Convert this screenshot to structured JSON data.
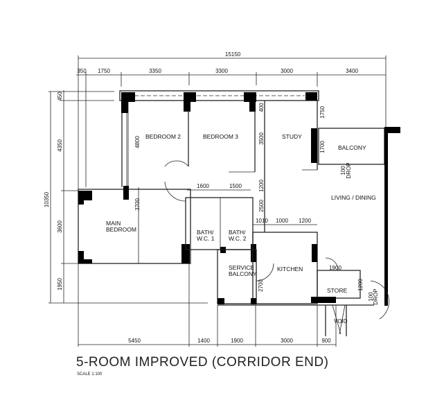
{
  "title": "5-ROOM IMPROVED (CORRIDOR END)",
  "scale": "SCALE   1:100",
  "rooms": {
    "bedroom2": "BEDROOM 2",
    "bedroom3": "BEDROOM 3",
    "study": "STUDY",
    "balcony": "BALCONY",
    "living": "LIVING / DINING",
    "main_bedroom": [
      "MAIN",
      "BEDROOM"
    ],
    "bath1": [
      "BATH/",
      "W.C. 1"
    ],
    "bath2": [
      "BATH/",
      "W.C. 2"
    ],
    "service_balcony": [
      "SERVICE",
      "BALCONY"
    ],
    "kitchen": "KITCHEN",
    "store": "STORE",
    "void": "VOID"
  },
  "drop_note": [
    "100",
    "DROP"
  ],
  "dimensions": {
    "overall_width": "15150",
    "top": [
      "350",
      "1750",
      "3350",
      "3300",
      "3000",
      "3400"
    ],
    "overall_depth": "10350",
    "left": [
      "450",
      "4350",
      "3600",
      "1950"
    ],
    "bottom": [
      "5450",
      "1400",
      "1900",
      "3000",
      "900"
    ],
    "interior": {
      "bed2_depth": "4800",
      "study_400": "400",
      "study_depth": "3500",
      "balcony_1750": "1750",
      "balcony_1700": "1700",
      "main_bed_3700": "3700",
      "corridor_1200": "1200",
      "corridor_2500": "2500",
      "bath1_width": "1600",
      "bath2_width": "1500",
      "kitchen_1010": "1010",
      "kitchen_1000": "1000",
      "kitchen_1200": "1200",
      "store_width": "1900",
      "store_depth": "1200",
      "service_2700": "2700"
    }
  }
}
